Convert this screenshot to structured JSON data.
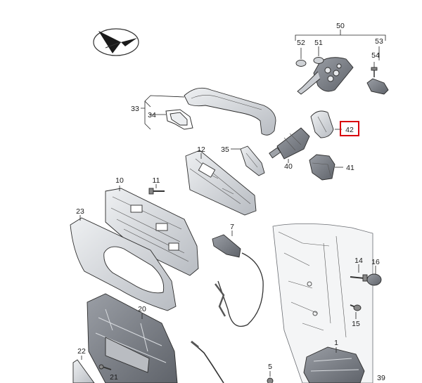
{
  "diagram": {
    "highlight_color": "#d9000d",
    "part_fill": "#d9dce0",
    "part_fill_dark": "#b9bcc1",
    "labels": {
      "p1": "1",
      "p5": "5",
      "p7": "7",
      "p10": "10",
      "p11": "11",
      "p12": "12",
      "p14": "14",
      "p15": "15",
      "p16": "16",
      "p20": "20",
      "p21": "21",
      "p22": "22",
      "p23": "23",
      "p33": "33",
      "p34": "34",
      "p35": "35",
      "p39": "39",
      "p40": "40",
      "p41": "41",
      "p42": "42",
      "p50": "50",
      "p51": "51",
      "p52": "52",
      "p53": "53",
      "p54": "54"
    }
  }
}
